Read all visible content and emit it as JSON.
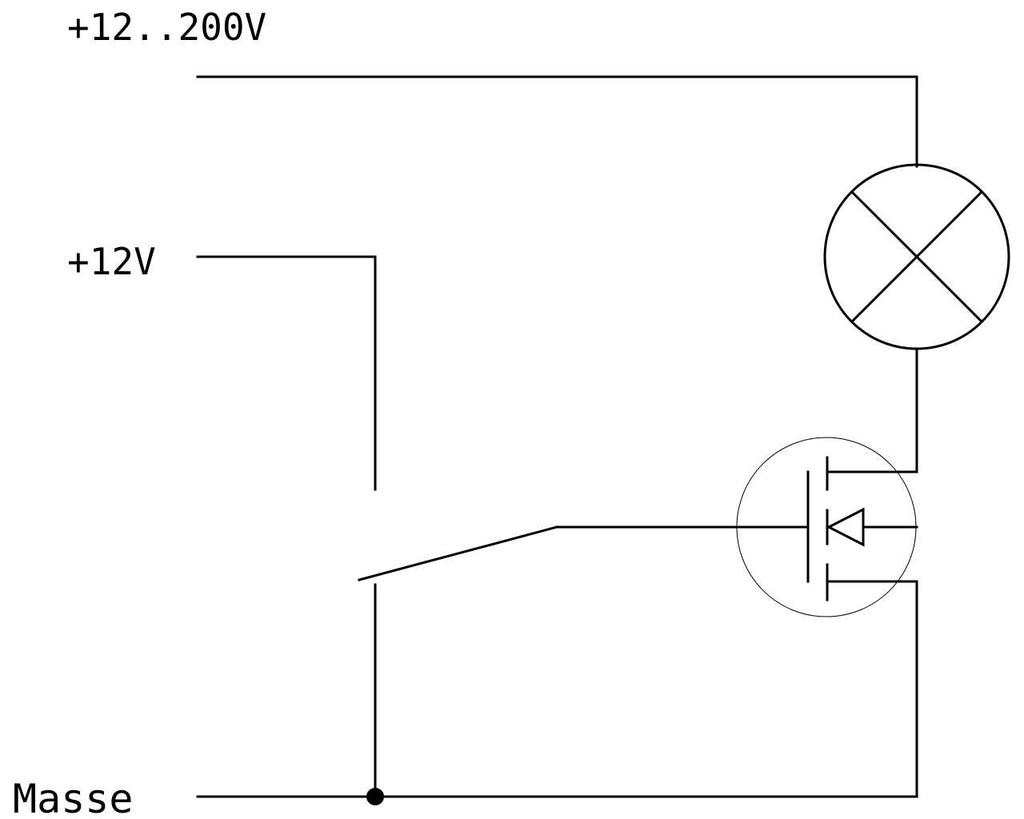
{
  "labels": {
    "high_voltage": "+12..200V",
    "logic_voltage": "+12V",
    "ground": "Masse"
  },
  "colors": {
    "line": "#000000",
    "background": "#ffffff"
  },
  "components": {
    "lamp": {
      "symbol": "lamp-icon"
    },
    "switch": {
      "symbol": "switch-icon"
    },
    "mosfet": {
      "symbol": "mosfet-icon"
    },
    "junction": {
      "symbol": "junction-dot"
    }
  }
}
